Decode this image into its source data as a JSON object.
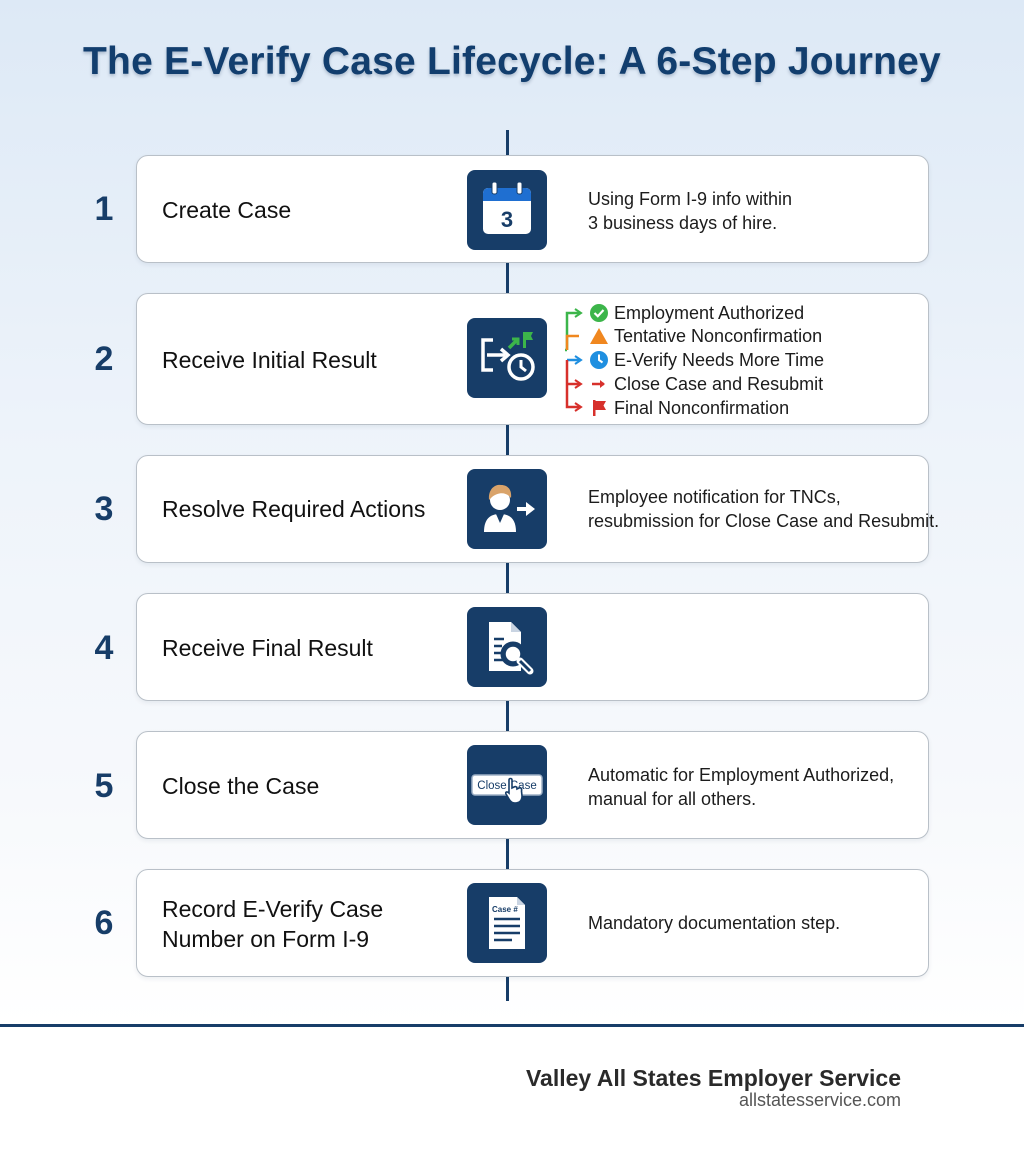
{
  "title": "The E-Verify Case Lifecycle: A 6-Step Journey",
  "steps": [
    {
      "number": "1",
      "title": "Create Case",
      "icon": "calendar-icon",
      "icon_text": "3",
      "desc_lines": [
        "Using Form I-9 info within",
        "3 business days of hire."
      ]
    },
    {
      "number": "2",
      "title": "Receive Initial Result",
      "icon": "branching-result-icon",
      "results": [
        {
          "label": "Employment Authorized",
          "icon": "checkmark-icon",
          "color": "#3cb54a"
        },
        {
          "label": "Tentative Nonconfirmation",
          "icon": "warning-triangle-icon",
          "color": "#f0871f"
        },
        {
          "label": "E-Verify Needs More Time",
          "icon": "clock-icon",
          "color": "#1f8fe0"
        },
        {
          "label": "Close Case and Resubmit",
          "icon": "arrow-icon",
          "color": "#d7302b"
        },
        {
          "label": "Final Nonconfirmation",
          "icon": "flag-icon",
          "color": "#d7302b"
        }
      ]
    },
    {
      "number": "3",
      "title": "Resolve Required Actions",
      "icon": "person-notification-icon",
      "desc_lines": [
        "Employee notification for TNCs,",
        "resubmission for Close Case and Resubmit."
      ]
    },
    {
      "number": "4",
      "title": "Receive Final Result",
      "icon": "document-search-icon"
    },
    {
      "number": "5",
      "title": "Close the Case",
      "icon": "close-case-button-icon",
      "icon_text": "Close Case",
      "desc_lines": [
        "Automatic for Employment Authorized,",
        "manual for all others."
      ]
    },
    {
      "number": "6",
      "title_lines": [
        "Record E-Verify Case",
        "Number on Form I-9"
      ],
      "icon": "form-document-icon",
      "icon_text": "Case #",
      "desc_lines": [
        "Mandatory documentation step."
      ]
    }
  ],
  "footer": {
    "company": "Valley All States Employer Service",
    "url": "allstatesservice.com"
  },
  "colors": {
    "navy": "#173d68",
    "title": "#123e6e",
    "green": "#3cb54a",
    "orange": "#f0871f",
    "blue": "#1f8fe0",
    "red": "#d7302b"
  }
}
